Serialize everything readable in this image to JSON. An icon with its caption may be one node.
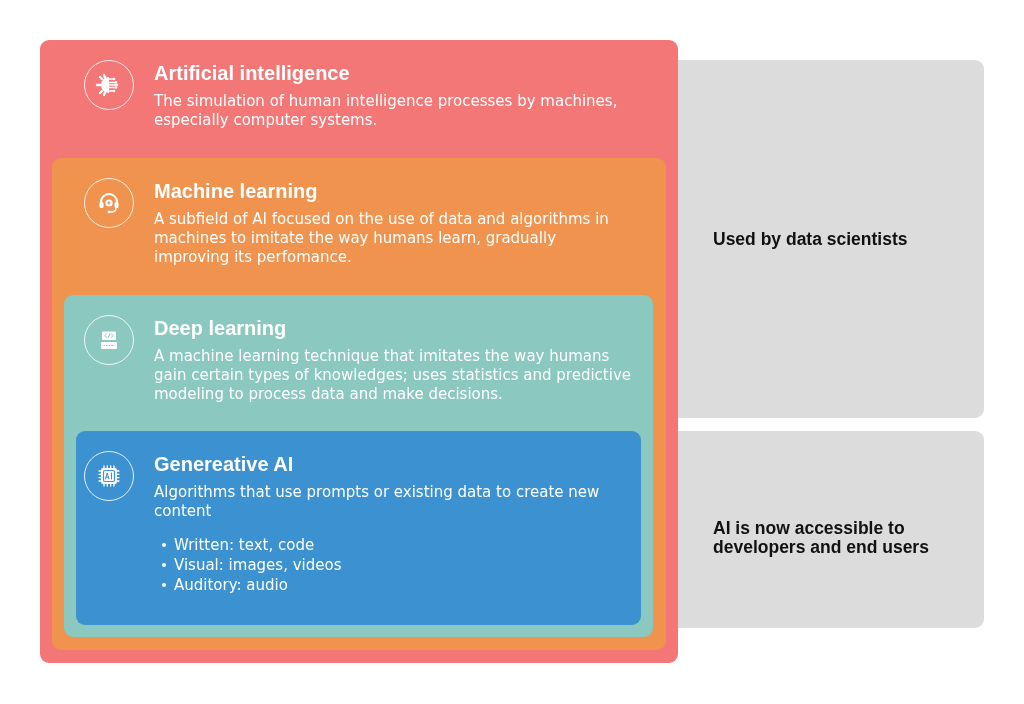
{
  "diagram": {
    "nodes": [
      {
        "text": [
          "Artificial intelligence",
          "The simulation of human intelligence processes by machines, especially computer systems."
        ]
      },
      {
        "text": [
          "Machine learning",
          "A subfield of AI focused on the use of data and algorithms in machines to imitate the way humans learn, gradually improving its perfomance."
        ],
        "in": 0
      },
      {
        "text": [
          "Deep learning",
          "A machine learning technique that imitates the way humans gain certain types of knowledges; uses statistics and predictive modeling to process data and make decisions."
        ],
        "in": 1
      },
      {
        "text": [
          "Genereative AI",
          "Algorithms that use prompts or existing data to create new content",
          "Written: text, code",
          "Visual: images, videos",
          "Auditory: audio"
        ],
        "in": 2
      },
      {
        "text": [
          "Used by data scientists"
        ]
      },
      {
        "text": [
          "AI is now accessible to developers and end users"
        ]
      }
    ]
  }
}
